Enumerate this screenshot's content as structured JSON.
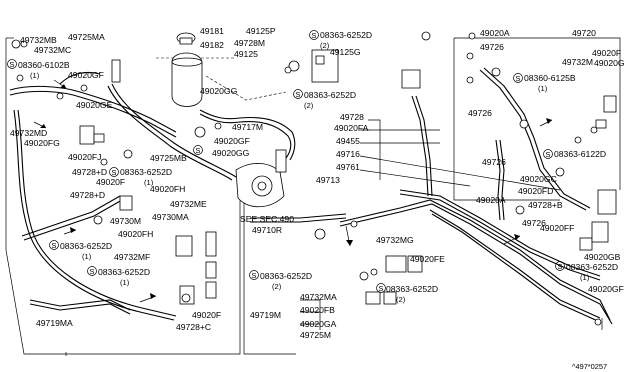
{
  "symbol_s": "S",
  "labels": {
    "p49732MB": "49732MB",
    "p49725MA": "49725MA",
    "p49732MC": "49732MC",
    "s08360_6102B": "08360-6102B",
    "q1_a": "(1)",
    "p49020GF_a": "49020GF",
    "p49020GE": "49020GE",
    "p49732MD": "49732MD",
    "p49020FG": "49020FG",
    "p49020FJ": "49020FJ",
    "p49728D": "49728+D",
    "p49020F_a": "49020F",
    "p49728Da": "49728+D",
    "p49730M": "49730M",
    "p49020FH": "49020FH",
    "s08363_6252D_a": "08363-6252D",
    "q1_b": "(1)",
    "p49732MF": "49732MF",
    "s08363_6252D_b": "08363-6252D",
    "q1_c": "(1)",
    "p49020F_b": "49020F",
    "p49728C": "49728+C",
    "p49719MA": "49719MA",
    "p49181": "49181",
    "p49182": "49182",
    "p49125P": "49125P",
    "p49728M": "49728M",
    "p49125": "49125",
    "s08363_6252D_c": "08363-6252D",
    "q2_a": "(2)",
    "p49125G": "49125G",
    "p49020GG_a": "49020GG",
    "s08363_6252D_d": "08363-6252D",
    "q2_b": "(2)",
    "p49717M": "49717M",
    "p49725MB": "49725MB",
    "p49020GF_b": "49020GF",
    "p49020GG_b": "49020GG",
    "s08363_6252D_e": "08363-6252D",
    "q1_d": "(1)",
    "p49020FH_b": "49020FH",
    "p49732ME": "49732ME",
    "p49730MA": "49730MA",
    "see_sec": "SEE SEC.490",
    "p49710R": "49710R",
    "p49728": "49728",
    "p49020FA": "49020FA",
    "p49455": "49455",
    "p49716": "49716",
    "p49761": "49761",
    "p49713": "49713",
    "p49732MG": "49732MG",
    "p49020FE": "49020FE",
    "s08363_6252D_f": "08363-6252D",
    "q2_c": "(2)",
    "s08363_6252D_g": "08363-6252D",
    "q2_d": "(2)",
    "p49732MA": "49732MA",
    "p49719M": "49719M",
    "p49020FB": "49020FB",
    "p49020GA": "49020GA",
    "p49725M": "49725M",
    "p49020A_a": "49020A",
    "p49720": "49720",
    "p49726_a": "49726",
    "p49020F_c": "49020F",
    "p49732M": "49732M",
    "p49020G": "49020G",
    "s08360_6125B": "08360-6125B",
    "q1_e": "(1)",
    "p49726_b": "49726",
    "s08363_6122D": "08363-6122D",
    "p49726_c": "49726",
    "p49020GC": "49020GC",
    "p49020FD": "49020FD",
    "p49728B": "49728+B",
    "p49020A_b": "49020A",
    "p49726_d": "49726",
    "p49020FF": "49020FF",
    "p49020GB": "49020GB",
    "s08363_6252D_h": "08363-6252D",
    "q1_f": "(1)",
    "p49020GF_c": "49020GF",
    "catalog_code": "^497*0257"
  }
}
